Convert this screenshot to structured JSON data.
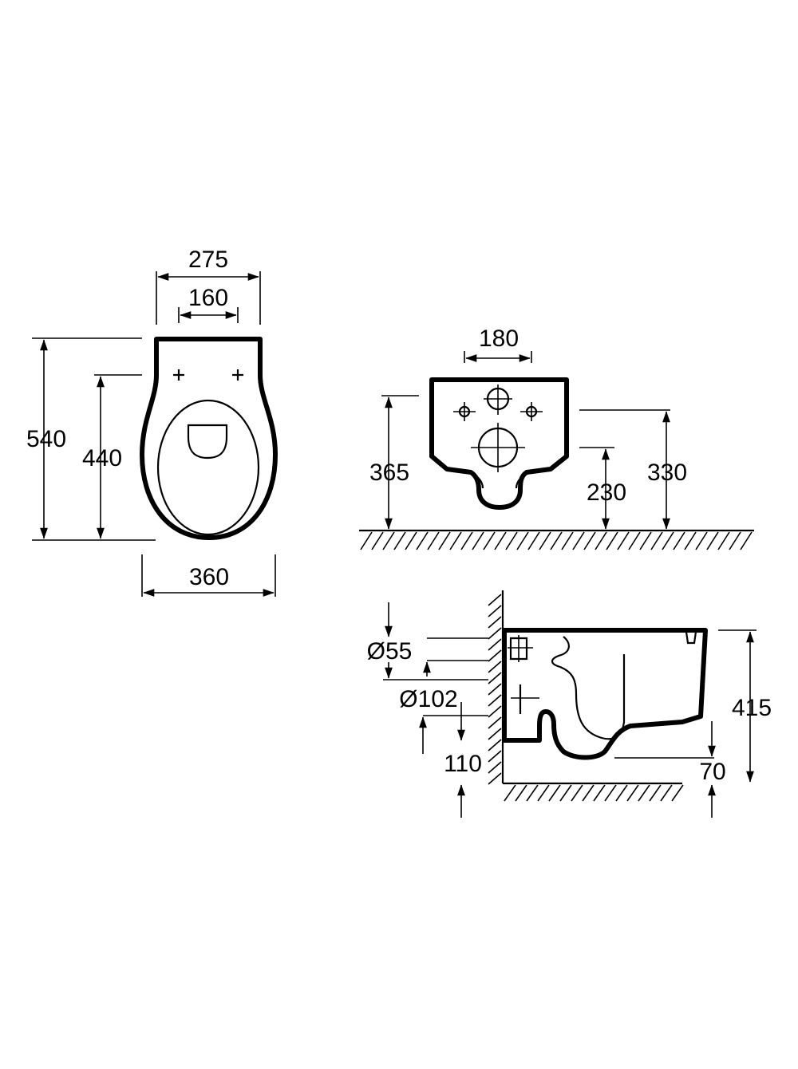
{
  "top_view": {
    "width_outer": "275",
    "hole_spacing": "160",
    "length_total": "540",
    "length_to_holes": "440",
    "width_bowl": "360"
  },
  "rear_view": {
    "fixing_spacing": "180",
    "height_holes": "365",
    "height_outlet": "230",
    "height_top_holes": "330"
  },
  "side_view": {
    "diameter_inlet": "Ø55",
    "diameter_outlet": "Ø102",
    "outlet_height": "110",
    "bottom_clearance": "70",
    "total_height": "415"
  },
  "colors": {
    "line": "#000000",
    "background": "#ffffff"
  }
}
